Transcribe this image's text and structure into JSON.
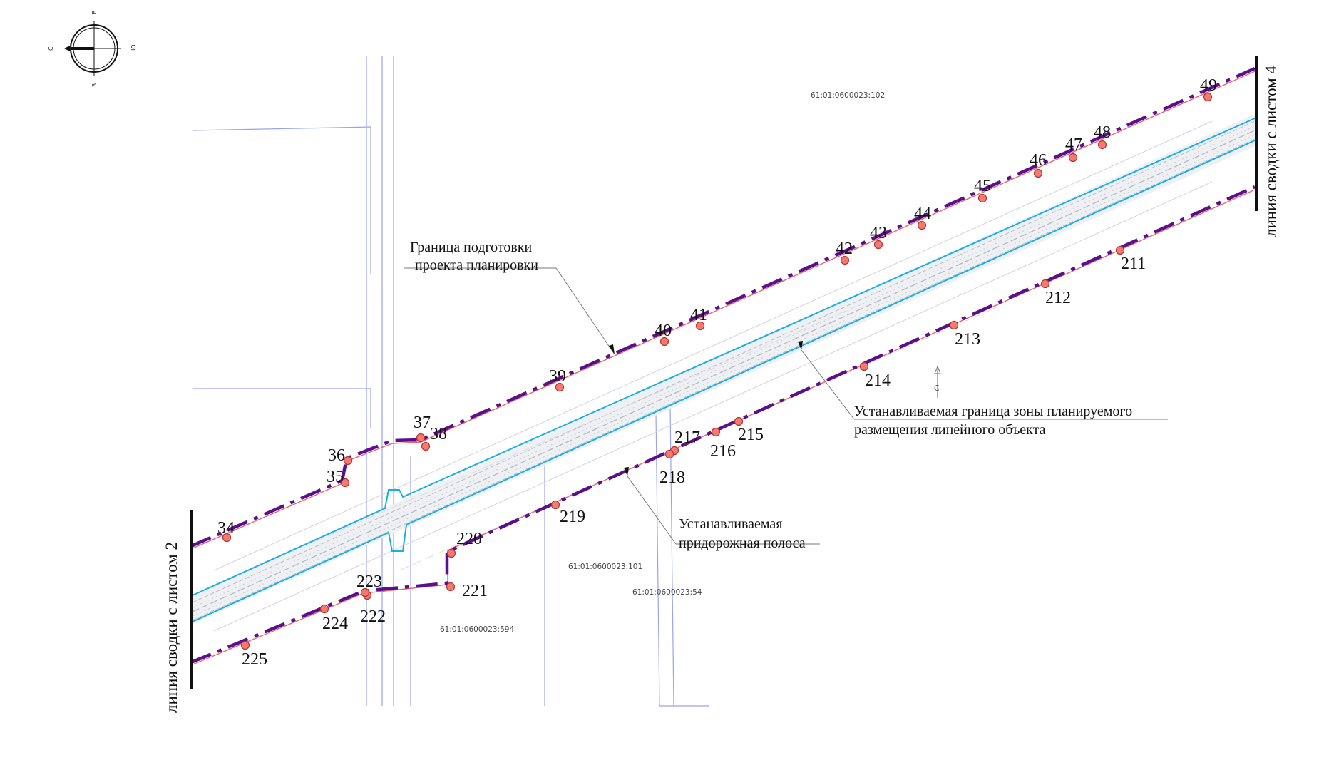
{
  "colors": {
    "boundary": "#5a0f8c",
    "dash_accent": "#7a16c0",
    "point_fill": "#f27a72",
    "point_stroke": "#b8322b",
    "thin_red": "#e8656a",
    "blue": "#19aee6",
    "parcel": "#9aa4e8",
    "road_gray": "#b8bcc4"
  },
  "compass": {
    "north_label": "С",
    "east_label": "В",
    "south_label": "Ю",
    "west_label": "З"
  },
  "side_labels": {
    "left": "линия сводки с листом 2",
    "right": "линия сводки с листом 4"
  },
  "cadastral": {
    "c102": "61:01:0600023:102",
    "c101": "61:01:0600023:101",
    "c54": "61:01:0600023:54",
    "c594": "61:01:0600023:594"
  },
  "callouts": {
    "planning_line1": "Граница  подготовки",
    "planning_line2": "проекта планировки",
    "zone_line1": "Устанавливаемая граница зоны планируемого",
    "zone_line2": "размещения линейного объекта",
    "roadside_line1": "Устанавливаемая",
    "roadside_line2": "придорожная полоса"
  },
  "north_arrow": "С",
  "points": [
    {
      "id": "34",
      "label": "34"
    },
    {
      "id": "35",
      "label": "35"
    },
    {
      "id": "36",
      "label": "36"
    },
    {
      "id": "37",
      "label": "37"
    },
    {
      "id": "38",
      "label": "38"
    },
    {
      "id": "39",
      "label": "39"
    },
    {
      "id": "40",
      "label": "40"
    },
    {
      "id": "41",
      "label": "41"
    },
    {
      "id": "42",
      "label": "42"
    },
    {
      "id": "43",
      "label": "43"
    },
    {
      "id": "44",
      "label": "44"
    },
    {
      "id": "45",
      "label": "45"
    },
    {
      "id": "46",
      "label": "46"
    },
    {
      "id": "47",
      "label": "47"
    },
    {
      "id": "48",
      "label": "48"
    },
    {
      "id": "49",
      "label": "49"
    },
    {
      "id": "211",
      "label": "211"
    },
    {
      "id": "212",
      "label": "212"
    },
    {
      "id": "213",
      "label": "213"
    },
    {
      "id": "214",
      "label": "214"
    },
    {
      "id": "215",
      "label": "215"
    },
    {
      "id": "216",
      "label": "216"
    },
    {
      "id": "217",
      "label": "217"
    },
    {
      "id": "218",
      "label": "218"
    },
    {
      "id": "219",
      "label": "219"
    },
    {
      "id": "220",
      "label": "220"
    },
    {
      "id": "221",
      "label": "221"
    },
    {
      "id": "222",
      "label": "222"
    },
    {
      "id": "223",
      "label": "223"
    },
    {
      "id": "224",
      "label": "224"
    },
    {
      "id": "225",
      "label": "225"
    }
  ]
}
